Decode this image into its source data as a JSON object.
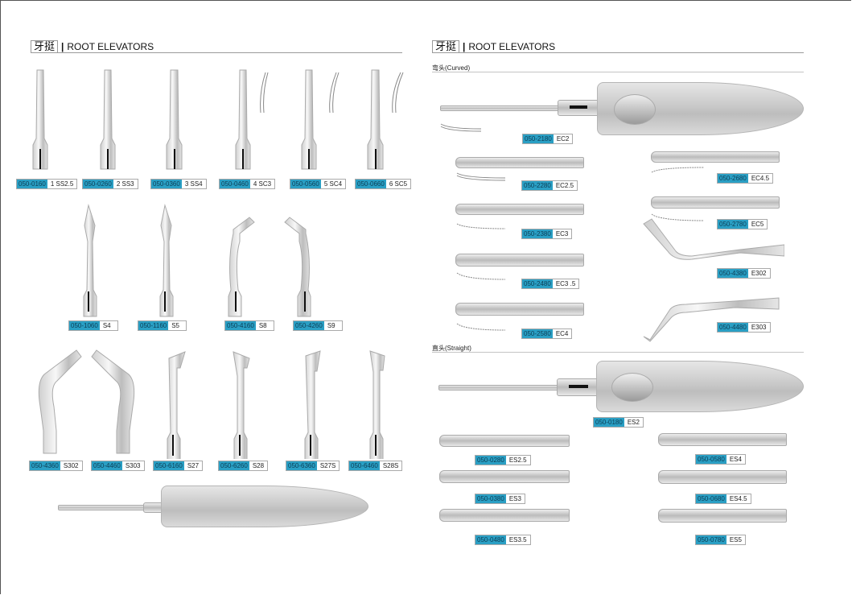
{
  "page": {
    "left": {
      "heading_cn": "牙挺",
      "heading_sep": "|",
      "heading_en": "ROOT ELEVATORS",
      "rows": [
        [
          {
            "code": "050-0160",
            "model": "1 SS2.5"
          },
          {
            "code": "050-0260",
            "model": "2 SS3"
          },
          {
            "code": "050-0360",
            "model": "3 SS4"
          },
          {
            "code": "050-0460",
            "model": "4 SC3"
          },
          {
            "code": "050-0560",
            "model": "5 SC4"
          },
          {
            "code": "050-0660",
            "model": "6 SC5"
          }
        ],
        [
          {
            "code": "050-1060",
            "model": "S4"
          },
          {
            "code": "050-1160",
            "model": "S5"
          },
          {
            "code": "050-4160",
            "model": "S8"
          },
          {
            "code": "050-4260",
            "model": "S9"
          }
        ],
        [
          {
            "code": "050-4360",
            "model": "S302"
          },
          {
            "code": "050-4460",
            "model": "S303"
          },
          {
            "code": "050-6160",
            "model": "S27"
          },
          {
            "code": "050-6260",
            "model": "S28"
          },
          {
            "code": "050-6360",
            "model": "S27S"
          },
          {
            "code": "050-6460",
            "model": "S28S"
          }
        ]
      ]
    },
    "right": {
      "heading_cn": "牙挺",
      "heading_sep": "|",
      "heading_en": "ROOT ELEVATORS",
      "curved": {
        "title": "弯头(Curved)",
        "main": {
          "code": "050-2180",
          "model": "EC2"
        },
        "left_col": [
          {
            "code": "050-2280",
            "model": "EC2.5"
          },
          {
            "code": "050-2380",
            "model": "EC3"
          },
          {
            "code": "050-2480",
            "model": "EC3 .5"
          },
          {
            "code": "050-2580",
            "model": "EC4"
          }
        ],
        "right_col": [
          {
            "code": "050-2680",
            "model": "EC4.5"
          },
          {
            "code": "050-2780",
            "model": "EC5"
          },
          {
            "code": "050-4380",
            "model": "E302"
          },
          {
            "code": "050-4480",
            "model": "E303"
          }
        ]
      },
      "straight": {
        "title": "直头(Straight)",
        "main": {
          "code": "050-0180",
          "model": "ES2"
        },
        "left_col": [
          {
            "code": "050-0280",
            "model": "ES2.5"
          },
          {
            "code": "050-0380",
            "model": "ES3"
          },
          {
            "code": "050-0480",
            "model": "ES3.5"
          }
        ],
        "right_col": [
          {
            "code": "050-0580",
            "model": "ES4"
          },
          {
            "code": "050-0680",
            "model": "ES4.5"
          },
          {
            "code": "050-0780",
            "model": "ES5"
          }
        ]
      }
    }
  },
  "colors": {
    "code_bg": "#2a9fc4",
    "rule": "#9a9a9a"
  }
}
